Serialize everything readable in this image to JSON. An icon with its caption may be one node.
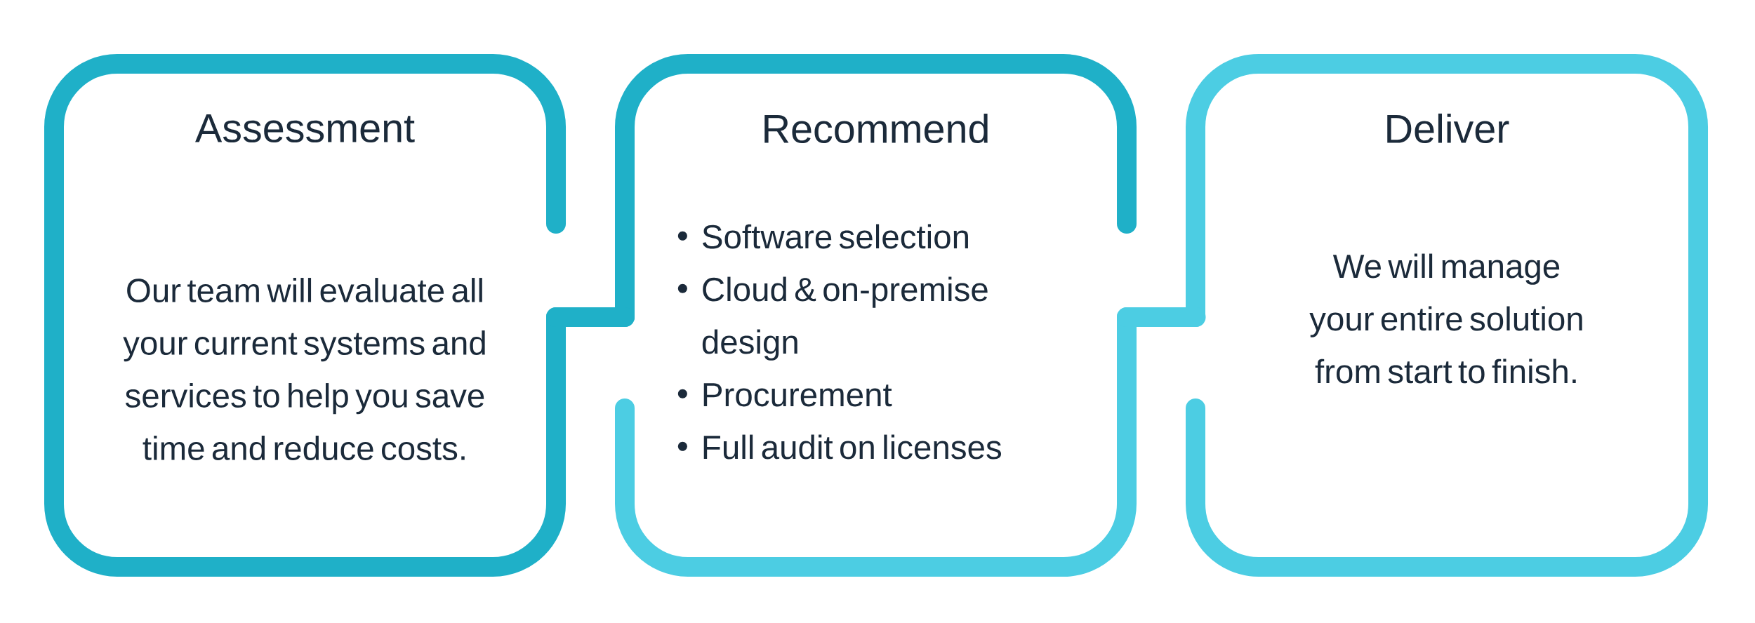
{
  "diagram": {
    "nodes": [
      {
        "text": [
          "Assessment",
          "Our team will evaluate all your current systems and services to help you save time and reduce costs."
        ]
      },
      {
        "text": [
          "Recommend",
          "Software selection",
          "Cloud & on-premise design",
          "Procurement",
          "Full audit on licenses"
        ]
      },
      {
        "text": [
          "Deliver",
          "We will manage your entire solution from start to finish."
        ]
      }
    ],
    "edges": [
      {
        "from": 0,
        "to": 1,
        "arrow": "none",
        "color": "#1fb0c8"
      },
      {
        "from": 1,
        "to": 2,
        "arrow": "none",
        "color": "#4ccde3"
      }
    ]
  }
}
